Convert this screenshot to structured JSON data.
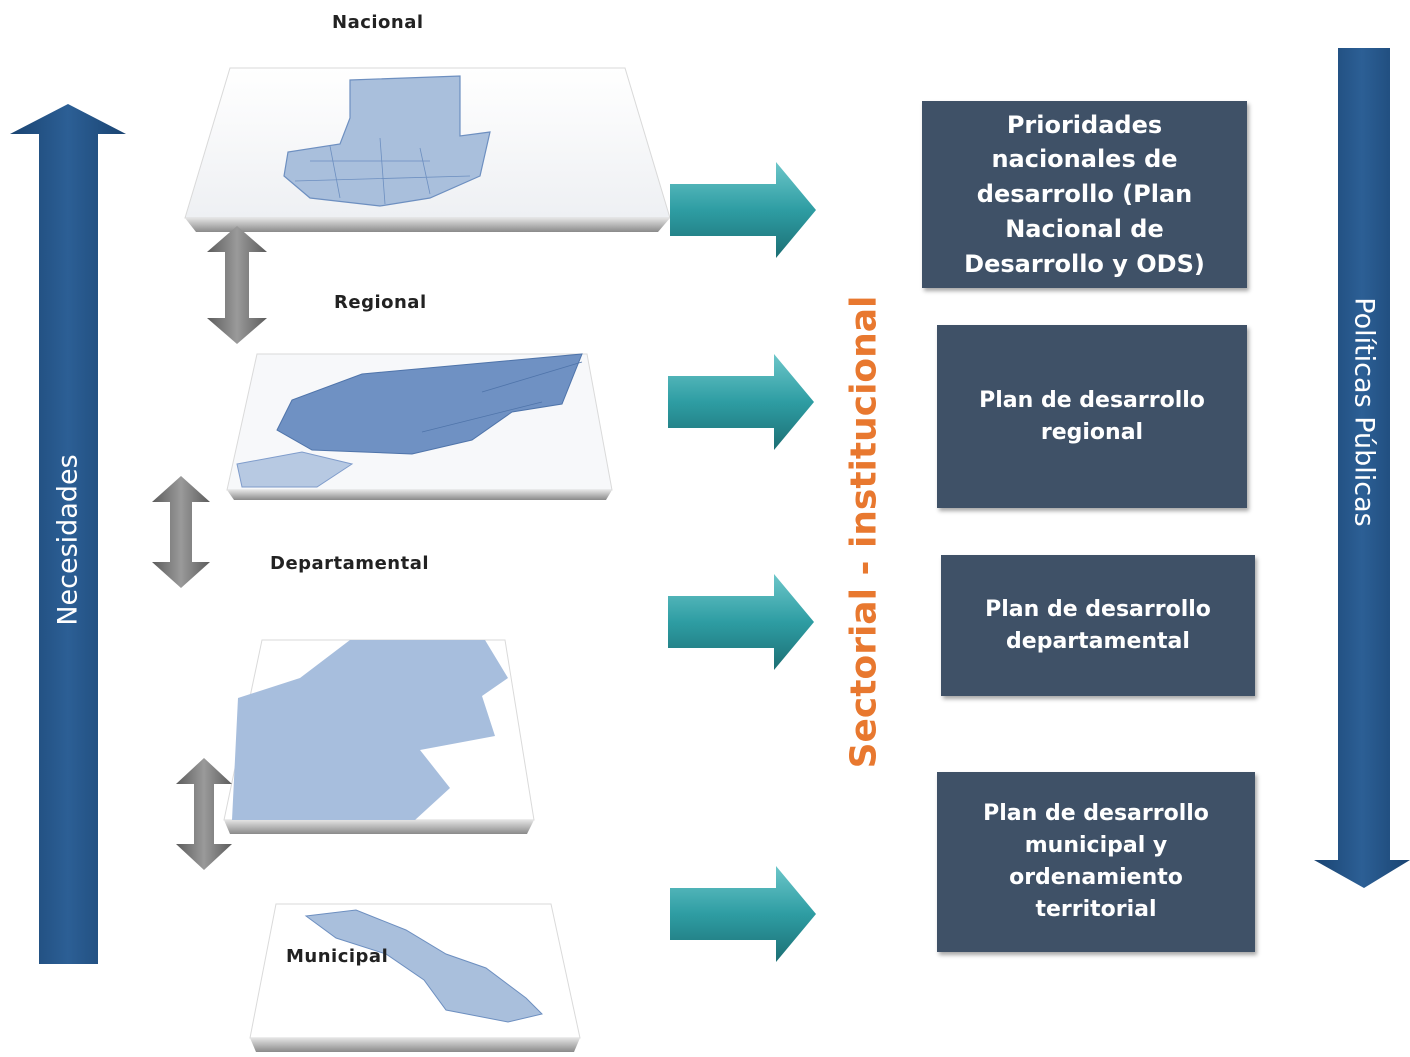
{
  "levels": [
    {
      "label": "Nacional"
    },
    {
      "label": "Regional"
    },
    {
      "label": "Departamental"
    },
    {
      "label": "Municipal"
    }
  ],
  "plans": [
    {
      "text": "Prioridades nacionales de desarrollo (Plan Nacional de Desarrollo y ODS)"
    },
    {
      "text": "Plan de desarrollo regional"
    },
    {
      "text": "Plan de desarrollo departamental"
    },
    {
      "text": "Plan de desarrollo municipal y ordenamiento territorial"
    }
  ],
  "left_axis": {
    "label": "Necesidades",
    "direction": "up"
  },
  "right_axis": {
    "label": "Políticas Públicas",
    "direction": "down"
  },
  "center_label": "Sectorial - institucional",
  "colors": {
    "axis_blue": "#1f4e7d",
    "plan_box": "#3f5167",
    "teal_arrow": "#2e9da3",
    "gray_arrow": "#7f7f7f",
    "map_blue": "#7d9cc8",
    "center_text": "#e8782f"
  }
}
